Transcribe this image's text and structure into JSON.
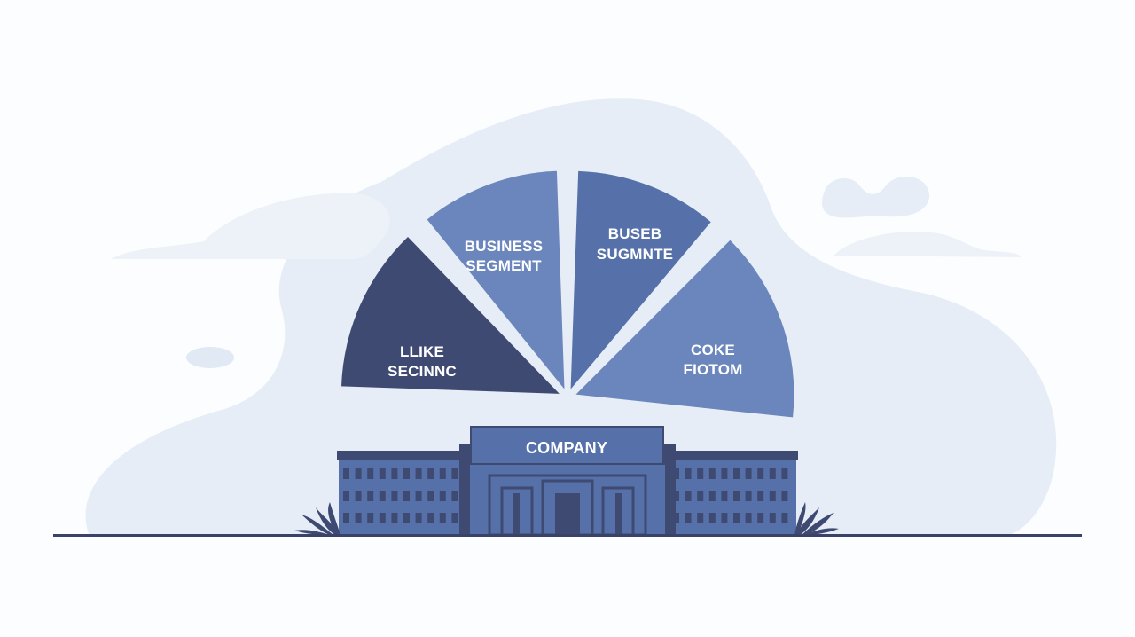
{
  "segments": [
    {
      "line1": "LLIKE",
      "line2": "SECINNC",
      "color": "#3f4a72"
    },
    {
      "line1": "BUSINESS",
      "line2": "SEGMENT",
      "color": "#6a86bd"
    },
    {
      "line1": "BUSEB",
      "line2": "SUGMNTE",
      "color": "#5671aa"
    },
    {
      "line1": "COKE",
      "line2": "FIOTOM",
      "color": "#6a86bd"
    }
  ],
  "company": {
    "label": "COMPANY"
  },
  "colors": {
    "background": "#fcfdfe",
    "cloud": "#e6edf6",
    "building": "#5671aa",
    "building_dark": "#3f4a72",
    "ground": "#3a4268",
    "plant": "#3f4a72"
  }
}
